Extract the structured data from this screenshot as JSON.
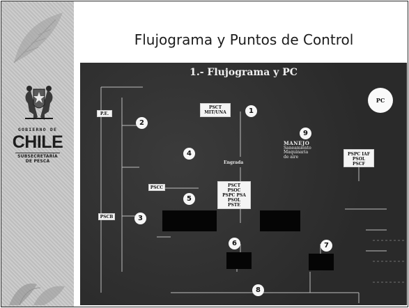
{
  "government": {
    "line1": "GOBIERNO DE",
    "name": "CHILE",
    "dept_line1": "SUBSECRETARÍA",
    "dept_line2": "DE PESCA"
  },
  "slide": {
    "title": "Flujograma y Puntos de Control"
  },
  "flowchart": {
    "title": "1.- Flujograma y PC",
    "pc_badge": "PC",
    "step_markers": [
      "1",
      "2",
      "3",
      "4",
      "5",
      "6",
      "7",
      "8",
      "9"
    ],
    "boxes": {
      "top": [
        "PSCT",
        "MIT/UNA"
      ],
      "left_a": "P.E.",
      "left_b": "PSCC",
      "left_c": "PSCB",
      "center": [
        "PSCT",
        "PSOC",
        "PSPC PSA",
        "PSOL",
        "PSTE"
      ],
      "right": [
        "PSPC IAF",
        "PSOL",
        "PSCF"
      ]
    },
    "labels": {
      "center_label": "Engrada",
      "market_heading": "MANEJO",
      "market_lines": [
        "Saneamiento",
        "Maquinaria",
        "de aire"
      ]
    }
  }
}
